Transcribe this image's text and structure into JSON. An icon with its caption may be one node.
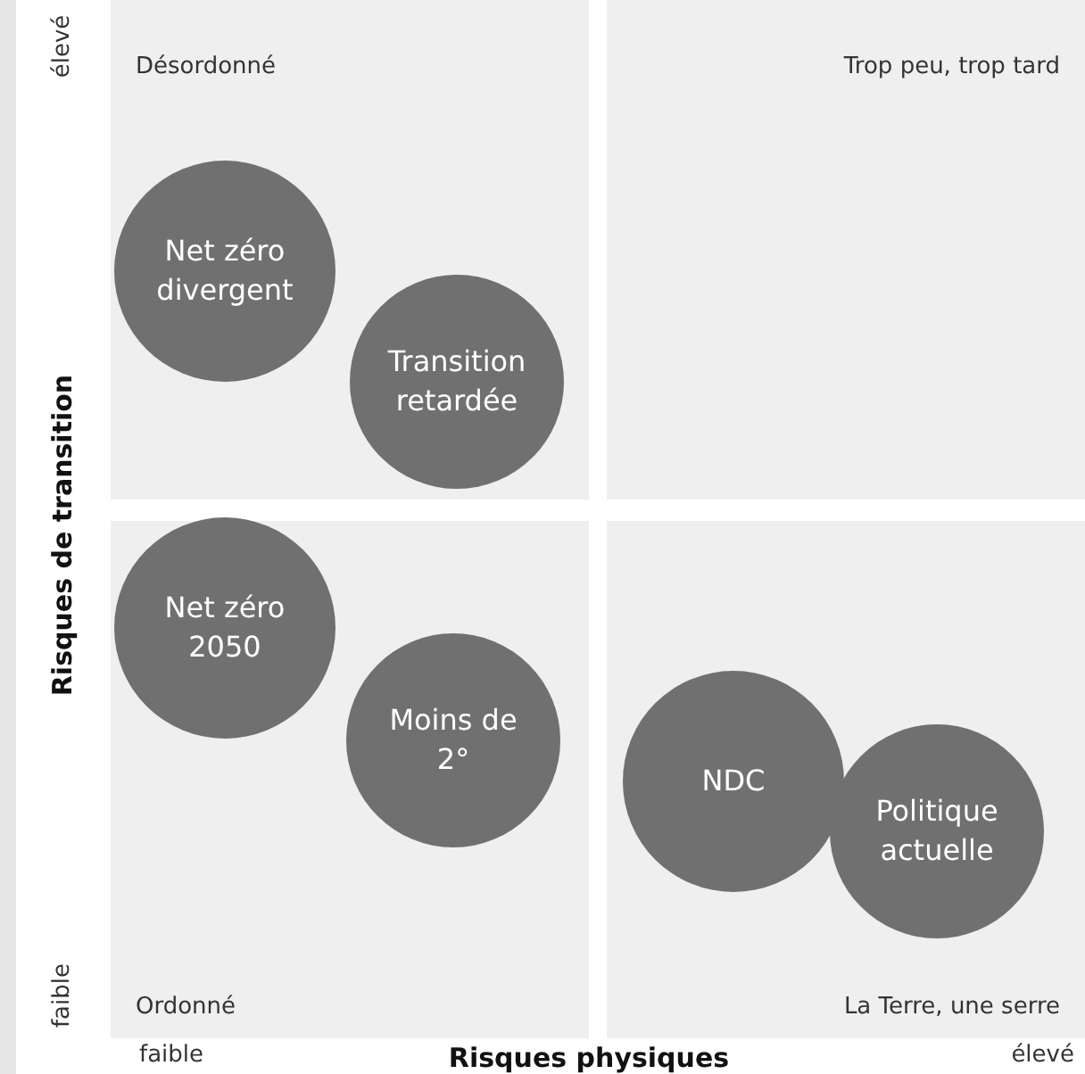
{
  "diagram": {
    "nodes": [
      {
        "text": [
          "Désordonné"
        ]
      },
      {
        "text": [
          "Net zéro divergent"
        ],
        "in": 0
      },
      {
        "text": [
          "Transition retardée"
        ],
        "in": 0
      },
      {
        "text": [
          "Trop peu, trop tard"
        ]
      },
      {
        "text": [
          "Ordonné"
        ]
      },
      {
        "text": [
          "Net zéro 2050"
        ],
        "in": 4
      },
      {
        "text": [
          "Moins de 2°"
        ],
        "in": 4
      },
      {
        "text": [
          "La Terre, une serre"
        ]
      },
      {
        "text": [
          "NDC"
        ],
        "in": 7
      },
      {
        "text": [
          "Politique actuelle"
        ],
        "in": 7
      }
    ],
    "edges": [],
    "labels": [
      "élevé",
      "Risques de transition",
      "faible",
      "faible",
      "Risques physiques",
      "élevé"
    ]
  }
}
